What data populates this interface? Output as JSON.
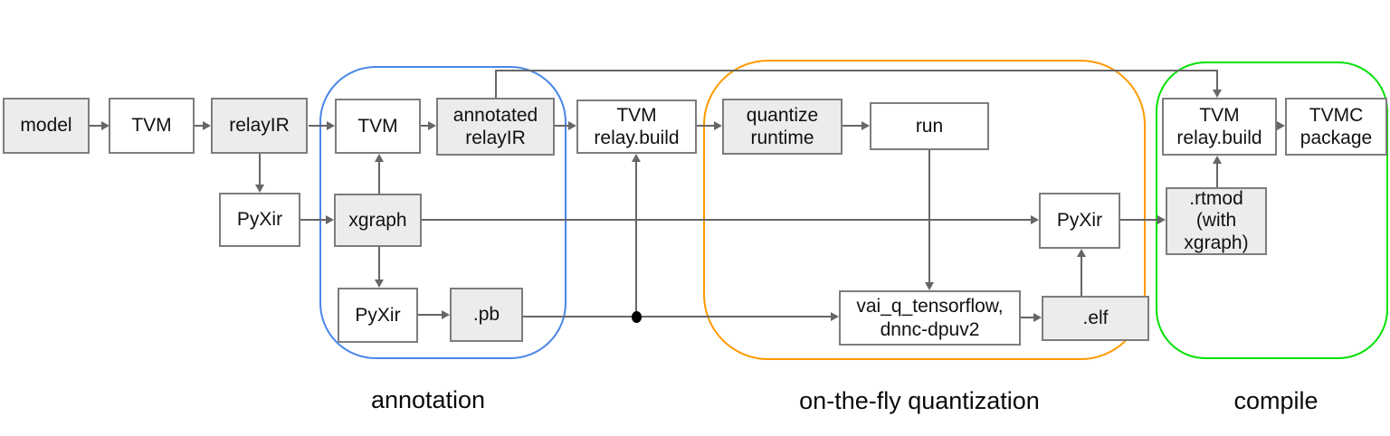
{
  "diagram": {
    "title_implicit": "",
    "nodes": {
      "model": "model",
      "tvm1": "TVM",
      "relayir": "relayIR",
      "pyxir1": "PyXir",
      "tvm2": "TVM",
      "annotated_relayir": "annotated\nrelayIR",
      "xgraph": "xgraph",
      "pyxir2": "PyXir",
      "pb": ".pb",
      "tvm_relay_build": "TVM\nrelay.build",
      "quantize_runtime": "quantize\nruntime",
      "run": "run",
      "vai_q": "vai_q_tensorflow,\ndnnc-dpuv2",
      "elf": ".elf",
      "pyxir3": "PyXir",
      "rtmod": ".rtmod\n(with\nxgraph)",
      "tvm_relay_build2": "TVM\nrelay.build",
      "tvmc_package": "TVMC\npackage"
    },
    "groups": {
      "annotation": {
        "label": "annotation",
        "border_color": "#4a86e8"
      },
      "quantization": {
        "label": "on-the-fly quantization",
        "border_color": "#ff9900"
      },
      "compile": {
        "label": "compile",
        "border_color": "#00e000"
      }
    },
    "colors": {
      "box_fill_shaded": "#ececec",
      "box_fill_plain": "#ffffff",
      "box_border": "#7d7d7d",
      "connector": "#666666"
    }
  }
}
